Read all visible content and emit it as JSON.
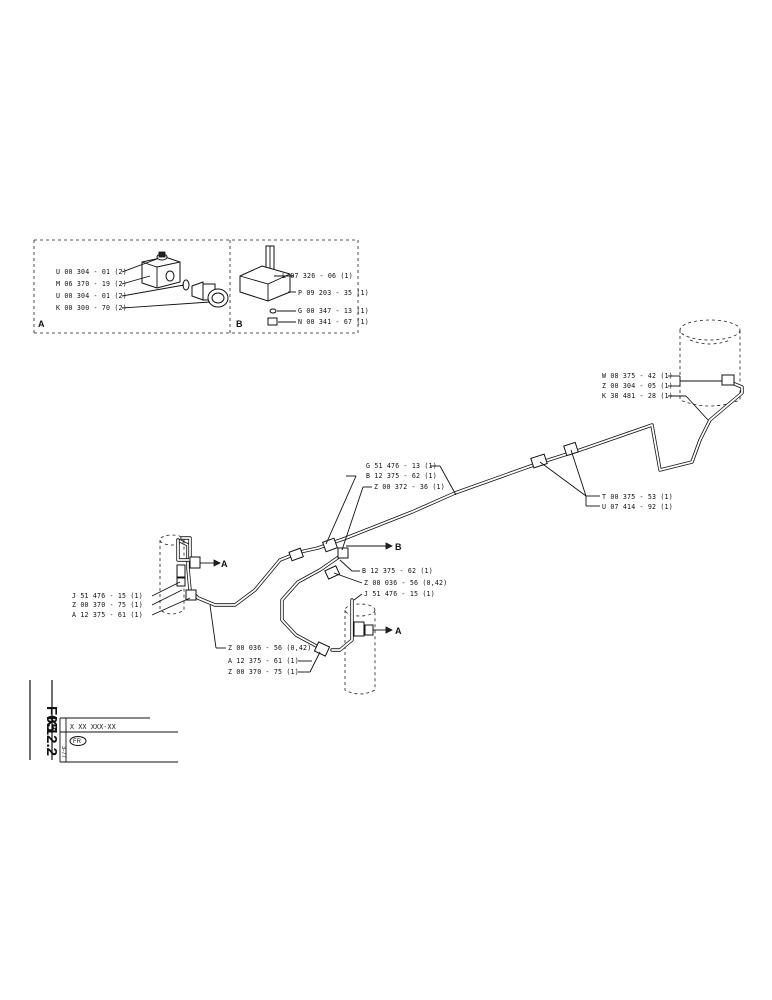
{
  "detail_a": {
    "key": "A",
    "labels": [
      "U 00 304 - 01 (2)",
      "M 06 370 - 19 (2)",
      "U 00 304 - 01 (2)",
      "K 00 300 - 70 (2)"
    ]
  },
  "detail_b": {
    "key": "B",
    "labels": [
      "L 07 326 - 06 (1)",
      "P 09 203 - 35 (1)",
      "G 00 347 - 13 (1)",
      "N 00 341 - 67 (1)"
    ]
  },
  "callouts": {
    "tank_1": "W 08 375 - 42 (1)",
    "tank_2": "Z 00 304 - 05 (1)",
    "tank_3": "K 38 481 - 28 (1)",
    "pipe_g": "G 51 476 - 13 (1)",
    "pipe_b1": "B 12 375 - 62 (1)",
    "pipe_z1": "Z 00 372 - 36 (1)",
    "union_t": "T 00 375 - 53 (1)",
    "union_u": "U 07 414 - 92 (1)",
    "b_arrow": "B",
    "mid_b2": "B 12 375 - 62 (1)",
    "mid_z2": "Z 00 036 - 56 (0,42)",
    "mid_j2": "J 51 476 - 15 (1)",
    "left_j": "J 51 476 - 15 (1)",
    "left_z": "Z 00 370 - 75 (1)",
    "left_a": "A 12 375 - 61 (1)",
    "left_arrow": "A",
    "bot_z": "Z 00 036 - 56 (0,42)",
    "bot_a": "A 12 375 - 61 (1)",
    "bot_z2": "Z 00 370 - 75 (1)",
    "right_arrow": "A"
  },
  "title_block": {
    "code1": "F05",
    "code2": "K12.2",
    "part_number": "X XX XXX-XX",
    "small_code": "3-77",
    "lang": "FR"
  }
}
